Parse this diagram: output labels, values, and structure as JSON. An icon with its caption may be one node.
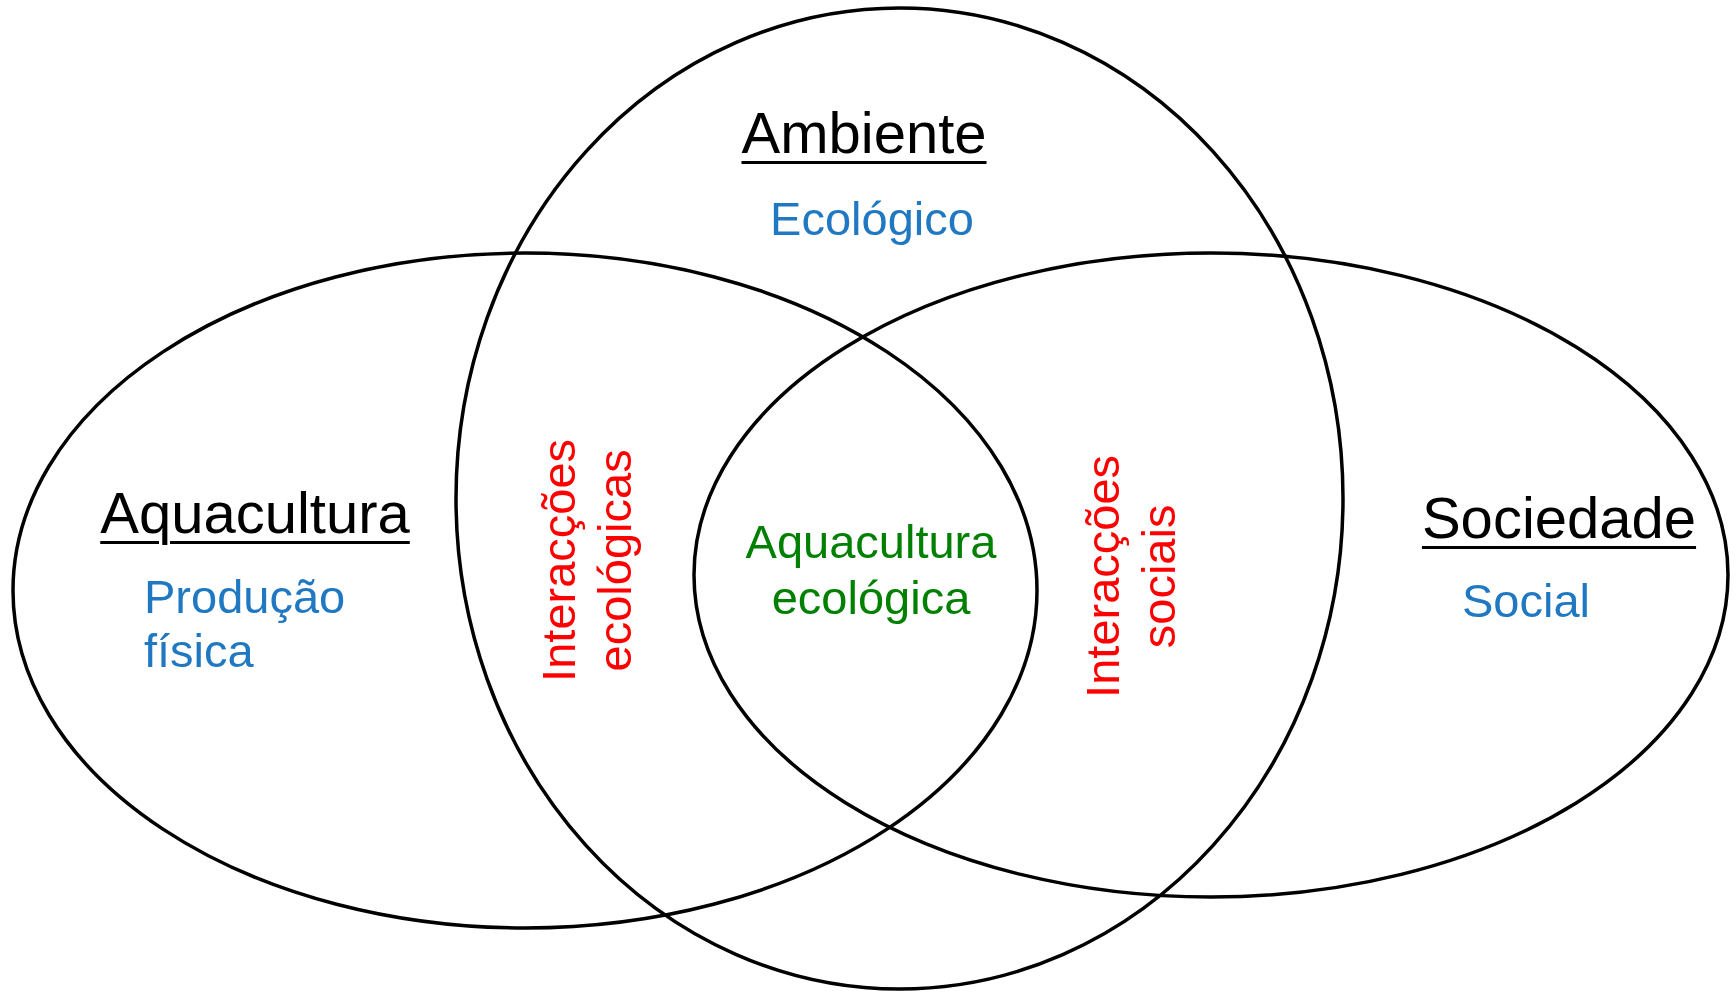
{
  "diagram": {
    "nodes": [
      {
        "text": [
          "Aquacultura",
          "Produção física"
        ]
      },
      {
        "text": [
          "Ambiente",
          "Ecológico"
        ]
      },
      {
        "text": [
          "Sociedade",
          "Social"
        ]
      }
    ],
    "labels": [
      "Interacções ecológicas",
      "Aquacultura ecológica",
      "Interacções sociais"
    ]
  }
}
